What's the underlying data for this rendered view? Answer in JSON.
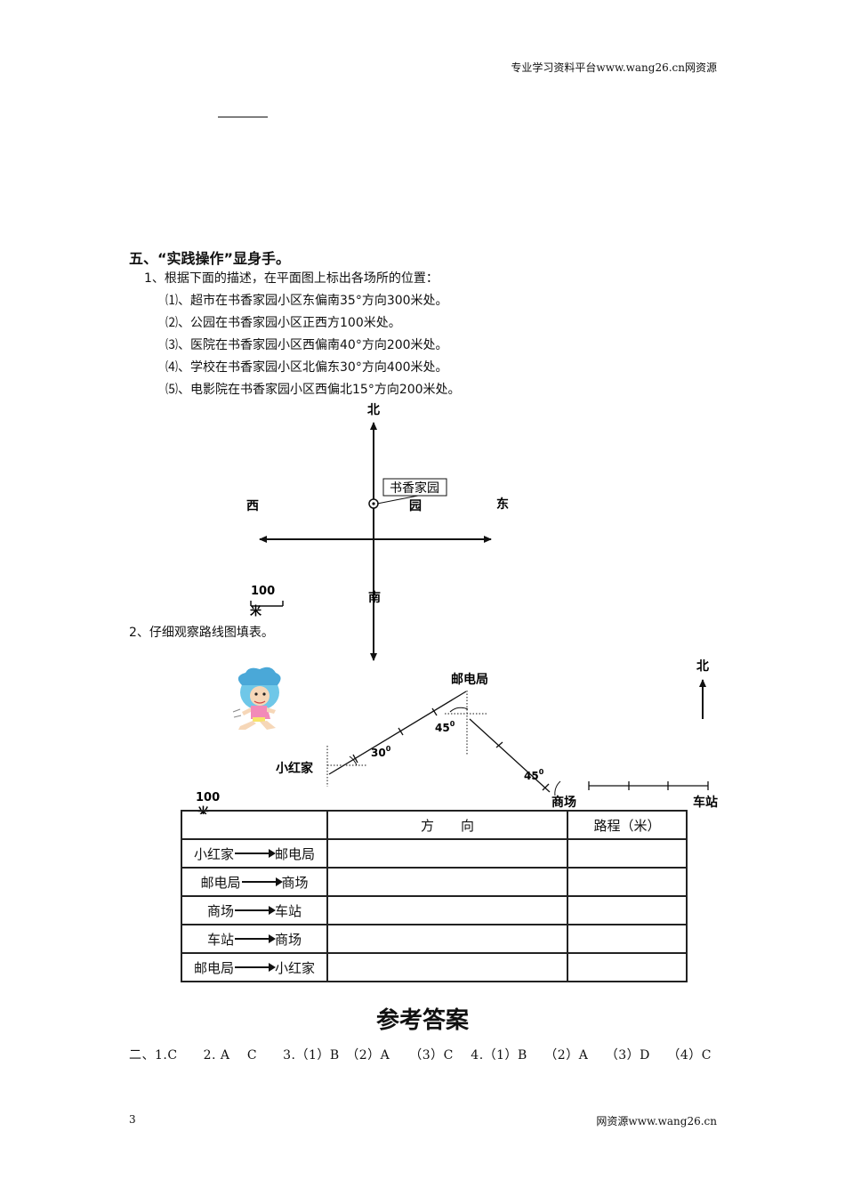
{
  "header": {
    "right": "专业学习资料平台www.wang26.cn网资源"
  },
  "section5": {
    "title": "五、“实践操作”显身手。",
    "q1": "1、根据下面的描述，在平面图上标出各场所的位置：",
    "items": [
      "⑴、超市在书香家园小区东偏南35°方向300米处。",
      "⑵、公园在书香家园小区正西方100米处。",
      "⑶、医院在书香家园小区西偏南40°方向200米处。",
      "⑷、学校在书香家园小区北偏东30°方向400米处。",
      "⑸、电影院在书香家园小区西偏北15°方向200米处。"
    ],
    "compass": {
      "north": "北",
      "south": "南",
      "west": "西",
      "east": "东",
      "center_label": "书香家园",
      "center_label_overflow": "园",
      "scale_value": "100",
      "scale_unit": "米"
    },
    "q2": "2、仔细观察路线图填表。"
  },
  "route_map": {
    "north": "北",
    "places": {
      "post_office": "邮电局",
      "home": "小红家",
      "mall": "商场",
      "station": "车站"
    },
    "angles": {
      "home": "30",
      "post_office": "45",
      "mall": "45"
    },
    "angle_sup": "0",
    "scale_value": "100",
    "scale_unit": "米"
  },
  "table": {
    "headers": [
      "",
      "方　　向",
      "路程（米）"
    ],
    "rows": [
      {
        "from": "小红家",
        "to": "邮电局"
      },
      {
        "from": "邮电局",
        "to": "商场"
      },
      {
        "from": "商场",
        "to": "车站"
      },
      {
        "from": "车站",
        "to": "商场"
      },
      {
        "from": "邮电局",
        "to": "小红家"
      }
    ]
  },
  "answers": {
    "title": "参考答案",
    "line1": "二、1.C　　2. A　 C　　3.（1）B　（2）A　　（3）C　 4.（1）B　 （2）A　 （3）D　 （4）C"
  },
  "footer": {
    "page": "3",
    "right": "网资源www.wang26.cn"
  }
}
